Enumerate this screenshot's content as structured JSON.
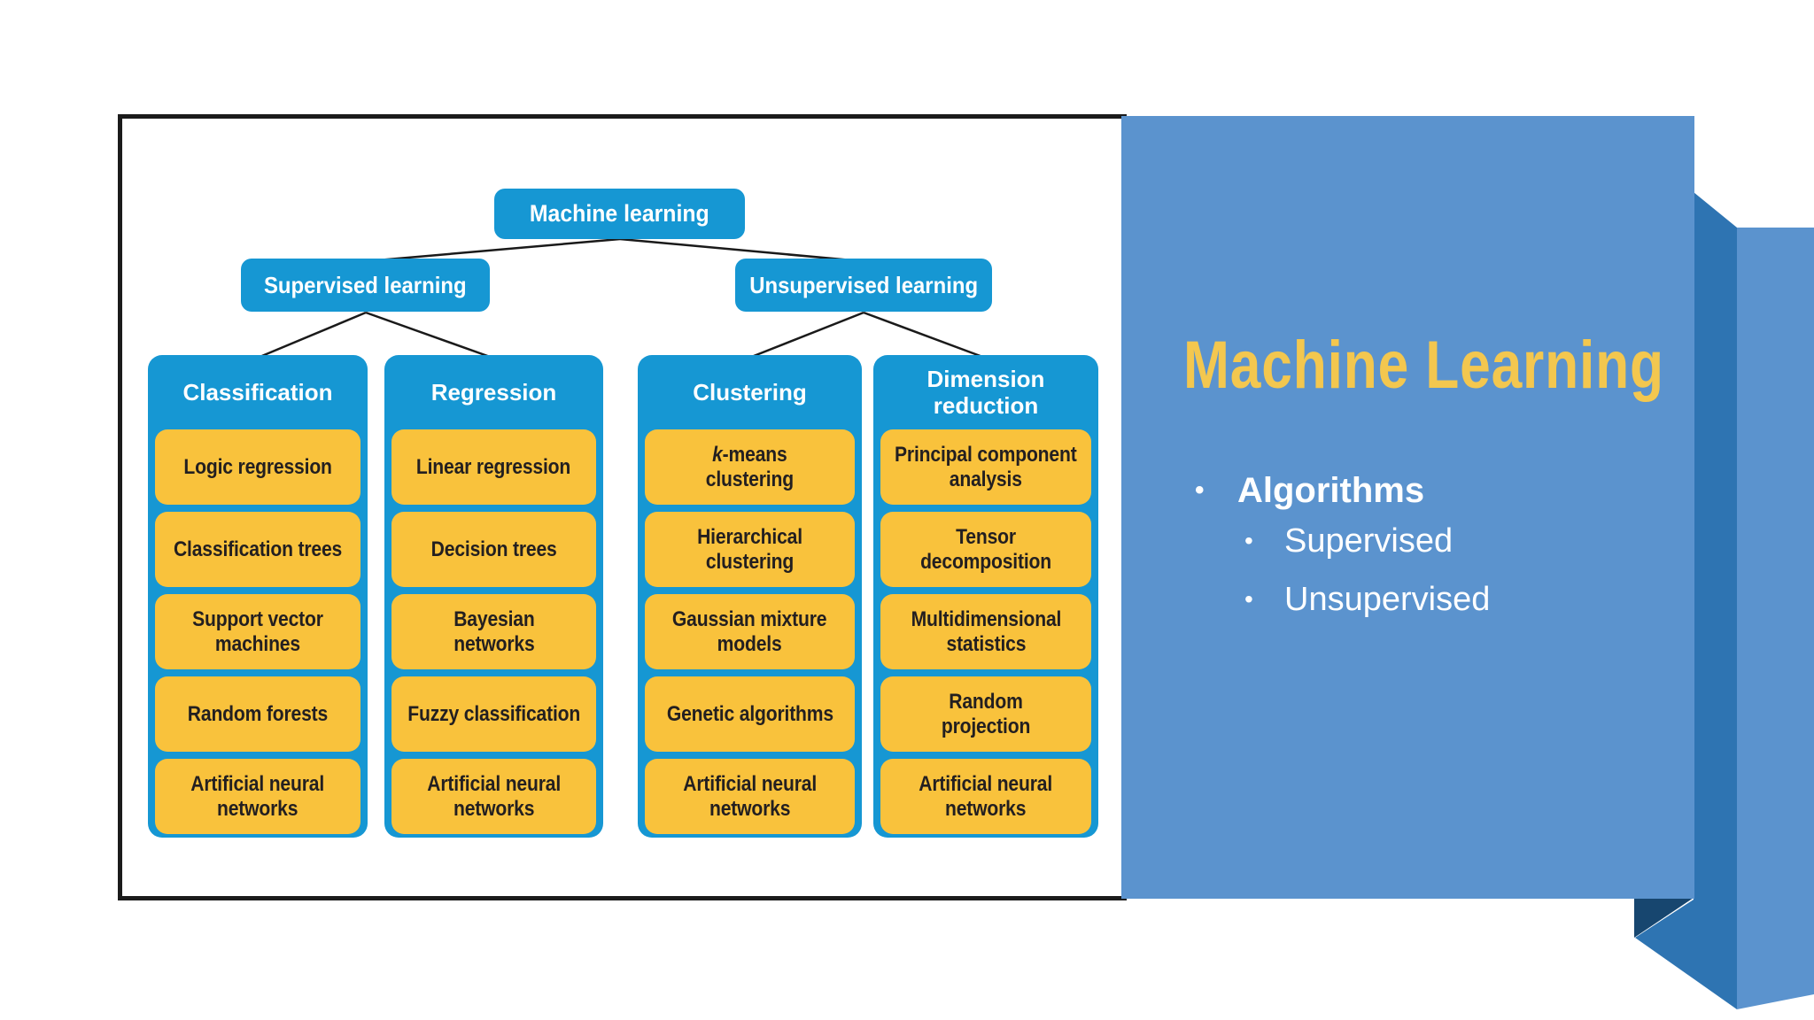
{
  "slide": {
    "colors": {
      "diagram_blue": "#1697D3",
      "diagram_yellow": "#F9C23C",
      "panel_blue": "#5B93CE",
      "ribbon_mid_blue": "#2E74B2",
      "ribbon_dark_navy": "#17466F",
      "frame_border_black": "#1B1B1B",
      "title_yellow": "#F3C74F",
      "item_text_dark": "#231F20",
      "node_text_white": "#FFFFFF"
    },
    "diagram": {
      "tree": {
        "root": "Machine learning",
        "level2": [
          "Supervised learning",
          "Unsupervised learning"
        ],
        "columns": [
          {
            "header": "Classification",
            "items": [
              {
                "text": "Logic regression"
              },
              {
                "text": "Classification trees"
              },
              {
                "text": "Support vector\nmachines"
              },
              {
                "text": "Random forests"
              },
              {
                "text": "Artificial neural\nnetworks"
              }
            ]
          },
          {
            "header": "Regression",
            "items": [
              {
                "text": "Linear regression"
              },
              {
                "text": "Decision trees"
              },
              {
                "text": "Bayesian\nnetworks"
              },
              {
                "text": "Fuzzy classification"
              },
              {
                "text": "Artificial neural\nnetworks"
              }
            ]
          },
          {
            "header": "Clustering",
            "items": [
              {
                "text": "k-means\nclustering",
                "italic_first": true
              },
              {
                "text": "Hierarchical\nclustering"
              },
              {
                "text": "Gaussian mixture\nmodels"
              },
              {
                "text": "Genetic algorithms"
              },
              {
                "text": "Artificial neural\nnetworks"
              }
            ]
          },
          {
            "header": "Dimension\nreduction",
            "items": [
              {
                "text": "Principal component\nanalysis"
              },
              {
                "text": "Tensor\ndecomposition"
              },
              {
                "text": "Multidimensional\nstatistics"
              },
              {
                "text": "Random\nprojection"
              },
              {
                "text": "Artificial neural\nnetworks"
              }
            ]
          }
        ]
      }
    },
    "panel": {
      "title": "Machine Learning",
      "bullet_char": "•",
      "bullets": [
        {
          "label": "Algorithms",
          "level": 1
        },
        {
          "label": "Supervised",
          "level": 2
        },
        {
          "label": "Unsupervised",
          "level": 2
        }
      ]
    }
  }
}
